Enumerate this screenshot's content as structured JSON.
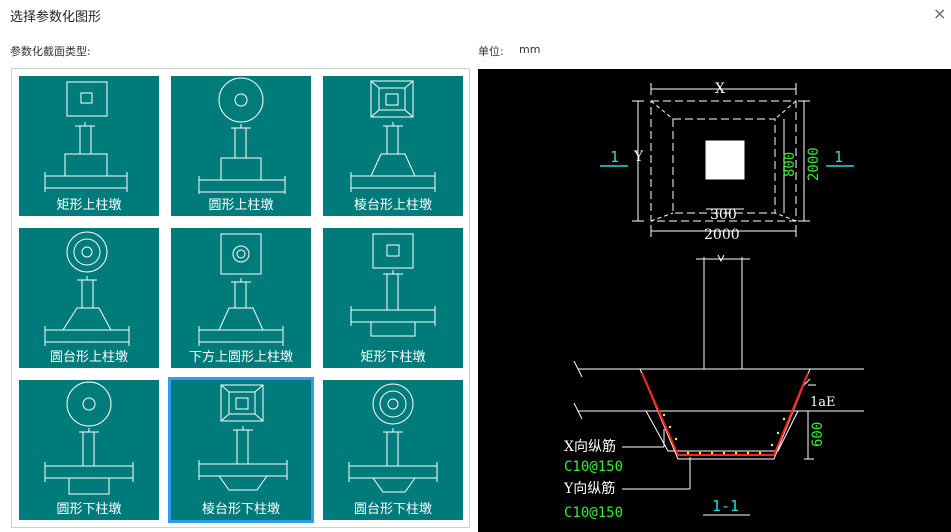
{
  "window": {
    "title": "选择参数化图形",
    "close_glyph": "×"
  },
  "section_label": "参数化截面类型:",
  "unit": {
    "label": "单位:",
    "value": "mm"
  },
  "tiles": [
    {
      "label": "矩形上柱墩"
    },
    {
      "label": "圆形上柱墩"
    },
    {
      "label": "棱台形上柱墩"
    },
    {
      "label": "圆台形上柱墩"
    },
    {
      "label": "下方上圆形上柱墩"
    },
    {
      "label": "矩形下柱墩"
    },
    {
      "label": "圆形下柱墩"
    },
    {
      "label": "棱台形下柱墩",
      "selected": true
    },
    {
      "label": "圆台形下柱墩"
    }
  ],
  "preview": {
    "dim_x": "X",
    "dim_y": "Y",
    "dim_300": "300",
    "dim_2000_bottom": "2000",
    "dim_800": "800",
    "dim_2000_right": "2000",
    "section_mark_left": "1",
    "section_mark_right": "1",
    "lae_label": "1aE",
    "dim_600": "600",
    "x_rebar_label": "X向纵筋",
    "x_rebar_value": "C10@150",
    "y_rebar_label": "Y向纵筋",
    "y_rebar_value": "C10@150",
    "section_title": "1-1"
  },
  "colors": {
    "tile": "#007b7b",
    "selected_border": "#2f9df5",
    "cad_green": "#33ee33",
    "cad_cyan": "#22dddd",
    "cad_red": "#ff2020",
    "cad_yellow": "#ffff00"
  }
}
